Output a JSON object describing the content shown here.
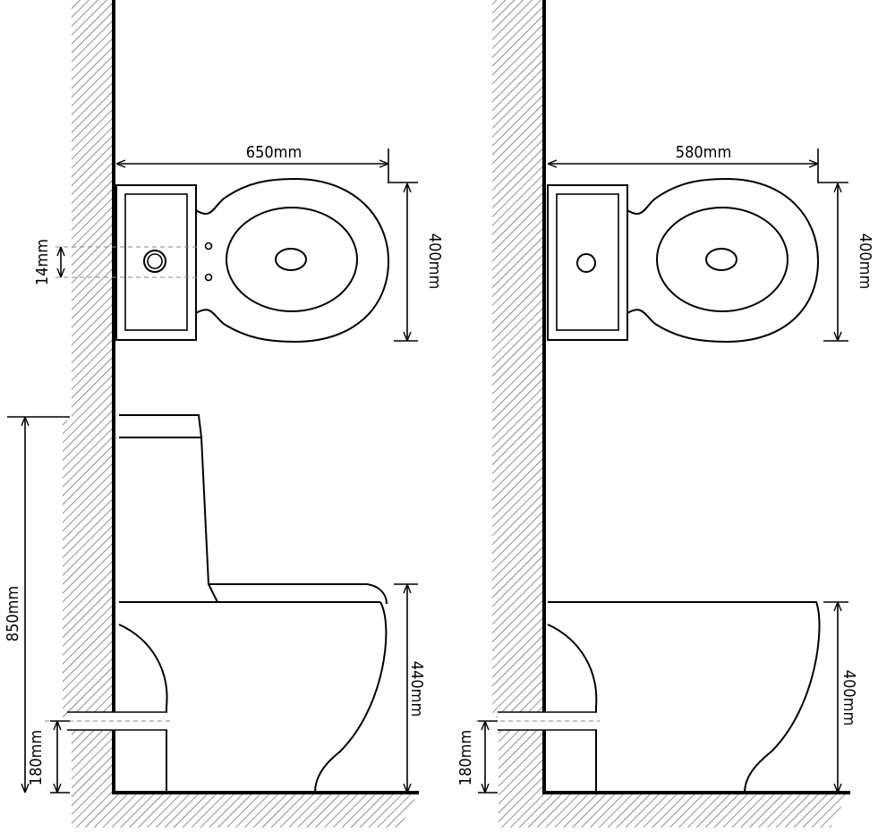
{
  "left_view": {
    "top_width_label": "650mm",
    "top_depth_label": "400mm",
    "inlet_offset_label": "14mm",
    "total_height_label": "850mm",
    "seat_height_label": "440mm",
    "pipe_height_label": "180mm"
  },
  "right_view": {
    "top_width_label": "580mm",
    "top_depth_label": "400mm",
    "seat_height_label": "400mm",
    "pipe_height_label": "180mm"
  }
}
